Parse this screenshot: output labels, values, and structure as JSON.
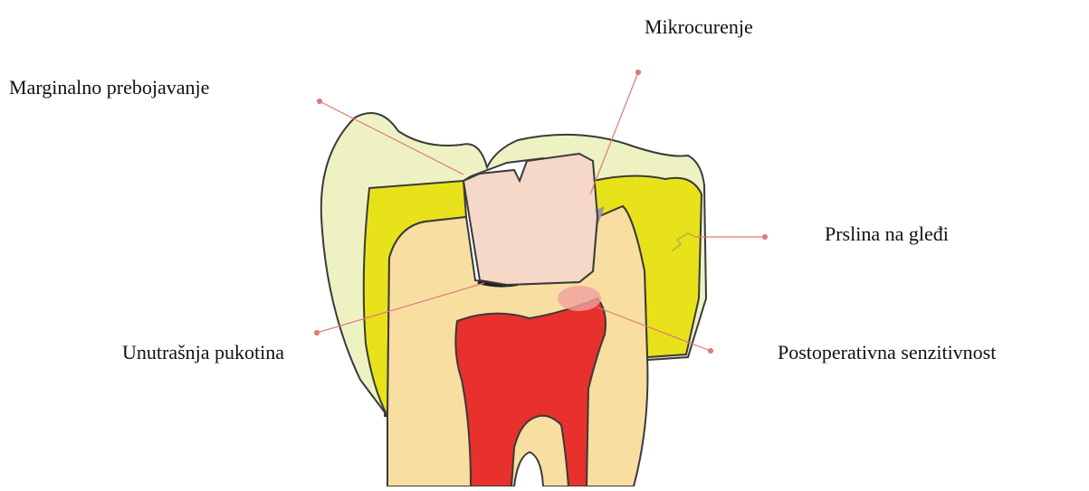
{
  "labels": {
    "microleakage": "Mikrocurenje",
    "marginal_staining": "Marginalno prebojavanje",
    "enamel_crack": "Prslina na gleđi",
    "internal_crack": "Unutrašnja pukotina",
    "postoperative_sensitivity": "Postoperativna senzitivnost"
  },
  "colors": {
    "enamel_outer": "#eef2c2",
    "enamel_inner": "#e8e21a",
    "dentin": "#f8dea0",
    "pulp": "#e8302c",
    "restoration": "#f5d8c8",
    "gap": "#9a9a9a",
    "leader_line": "#e07a7a",
    "outline": "#3a3a3a"
  }
}
